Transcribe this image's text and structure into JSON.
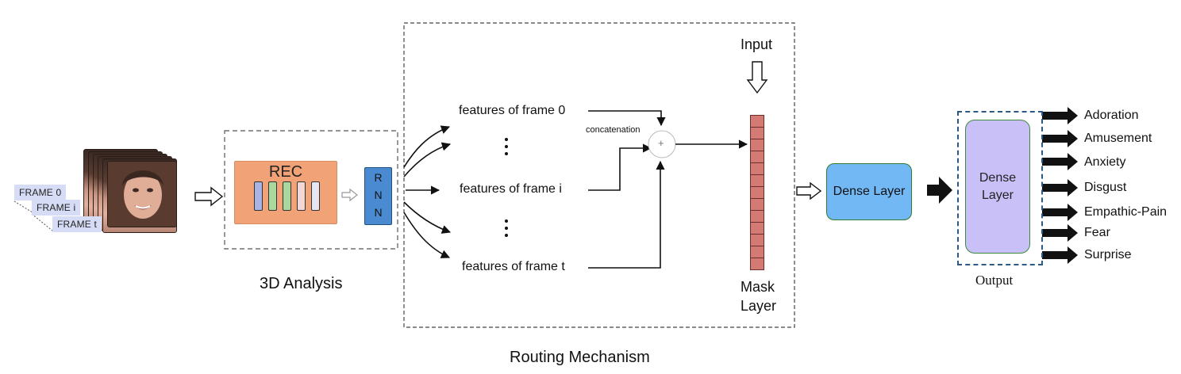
{
  "frames": {
    "labels": [
      "FRAME 0",
      "FRAME i",
      "FRAME t"
    ]
  },
  "analysis_3d": {
    "rec_label": "REC",
    "rnn_letters": [
      "R",
      "N",
      "N"
    ],
    "caption": "3D Analysis"
  },
  "routing": {
    "features": [
      "features of frame 0",
      "features of frame i",
      "features of frame t"
    ],
    "concat_label": "concatenation",
    "plus_symbol": "+",
    "input_label": "Input",
    "mask_label_line1": "Mask",
    "mask_label_line2": "Layer",
    "caption": "Routing Mechanism"
  },
  "dense_layer": {
    "label": "Dense Layer"
  },
  "output": {
    "dense_line1": "Dense",
    "dense_line2": "Layer",
    "caption": "Output",
    "emotions": [
      "Adoration",
      "Amusement",
      "Anxiety",
      "Disgust",
      "Empathic-Pain",
      "Fear",
      "Surprise"
    ]
  },
  "colors": {
    "rec_fill": "#f2a277",
    "rnn_fill": "#4a8ad0",
    "mask_fill": "#d47a74",
    "dense_fill": "#72b8f4",
    "output_fill": "#c8c0f7",
    "output_border": "#2b5a86",
    "frame_label_fill": "#d6dcf5"
  }
}
